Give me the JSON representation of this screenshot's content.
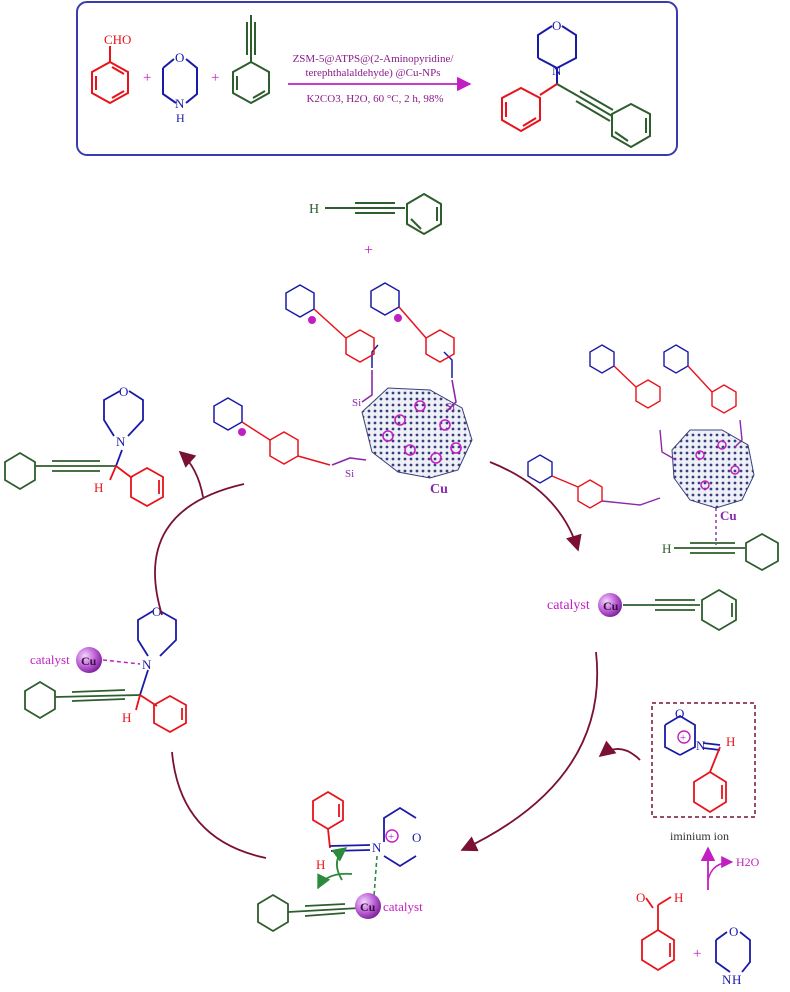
{
  "reaction": {
    "conditions_line1": "ZSM-5@ATPS@(2-Aminopyridine/",
    "conditions_line2": "terephthalaldehyde) @Cu-NPs",
    "conditions_line3": "K2CO3, H2O, 60 °C, 2 h, 98%",
    "aldehyde_label": "CHO",
    "plus": "+"
  },
  "atoms": {
    "H": "H",
    "N": "N",
    "NH": "H",
    "O": "O",
    "Cu": "Cu",
    "Si": "Si",
    "plus_charge": "+"
  },
  "cycle": {
    "catalyst_label": "catalyst",
    "cu_label": "Cu",
    "iminium_caption": "iminium ion",
    "water_label": "H2O"
  },
  "colors": {
    "box_border": "#3b3bb0",
    "aldehyde": "#e8121b",
    "amine": "#1a1aa8",
    "alkyne": "#2e5d2e",
    "magenta": "#c21fc2",
    "cycle_arrow": "#7a1035",
    "dark_green": "#3f6a12",
    "cu_sphere": "#b84fd3"
  }
}
